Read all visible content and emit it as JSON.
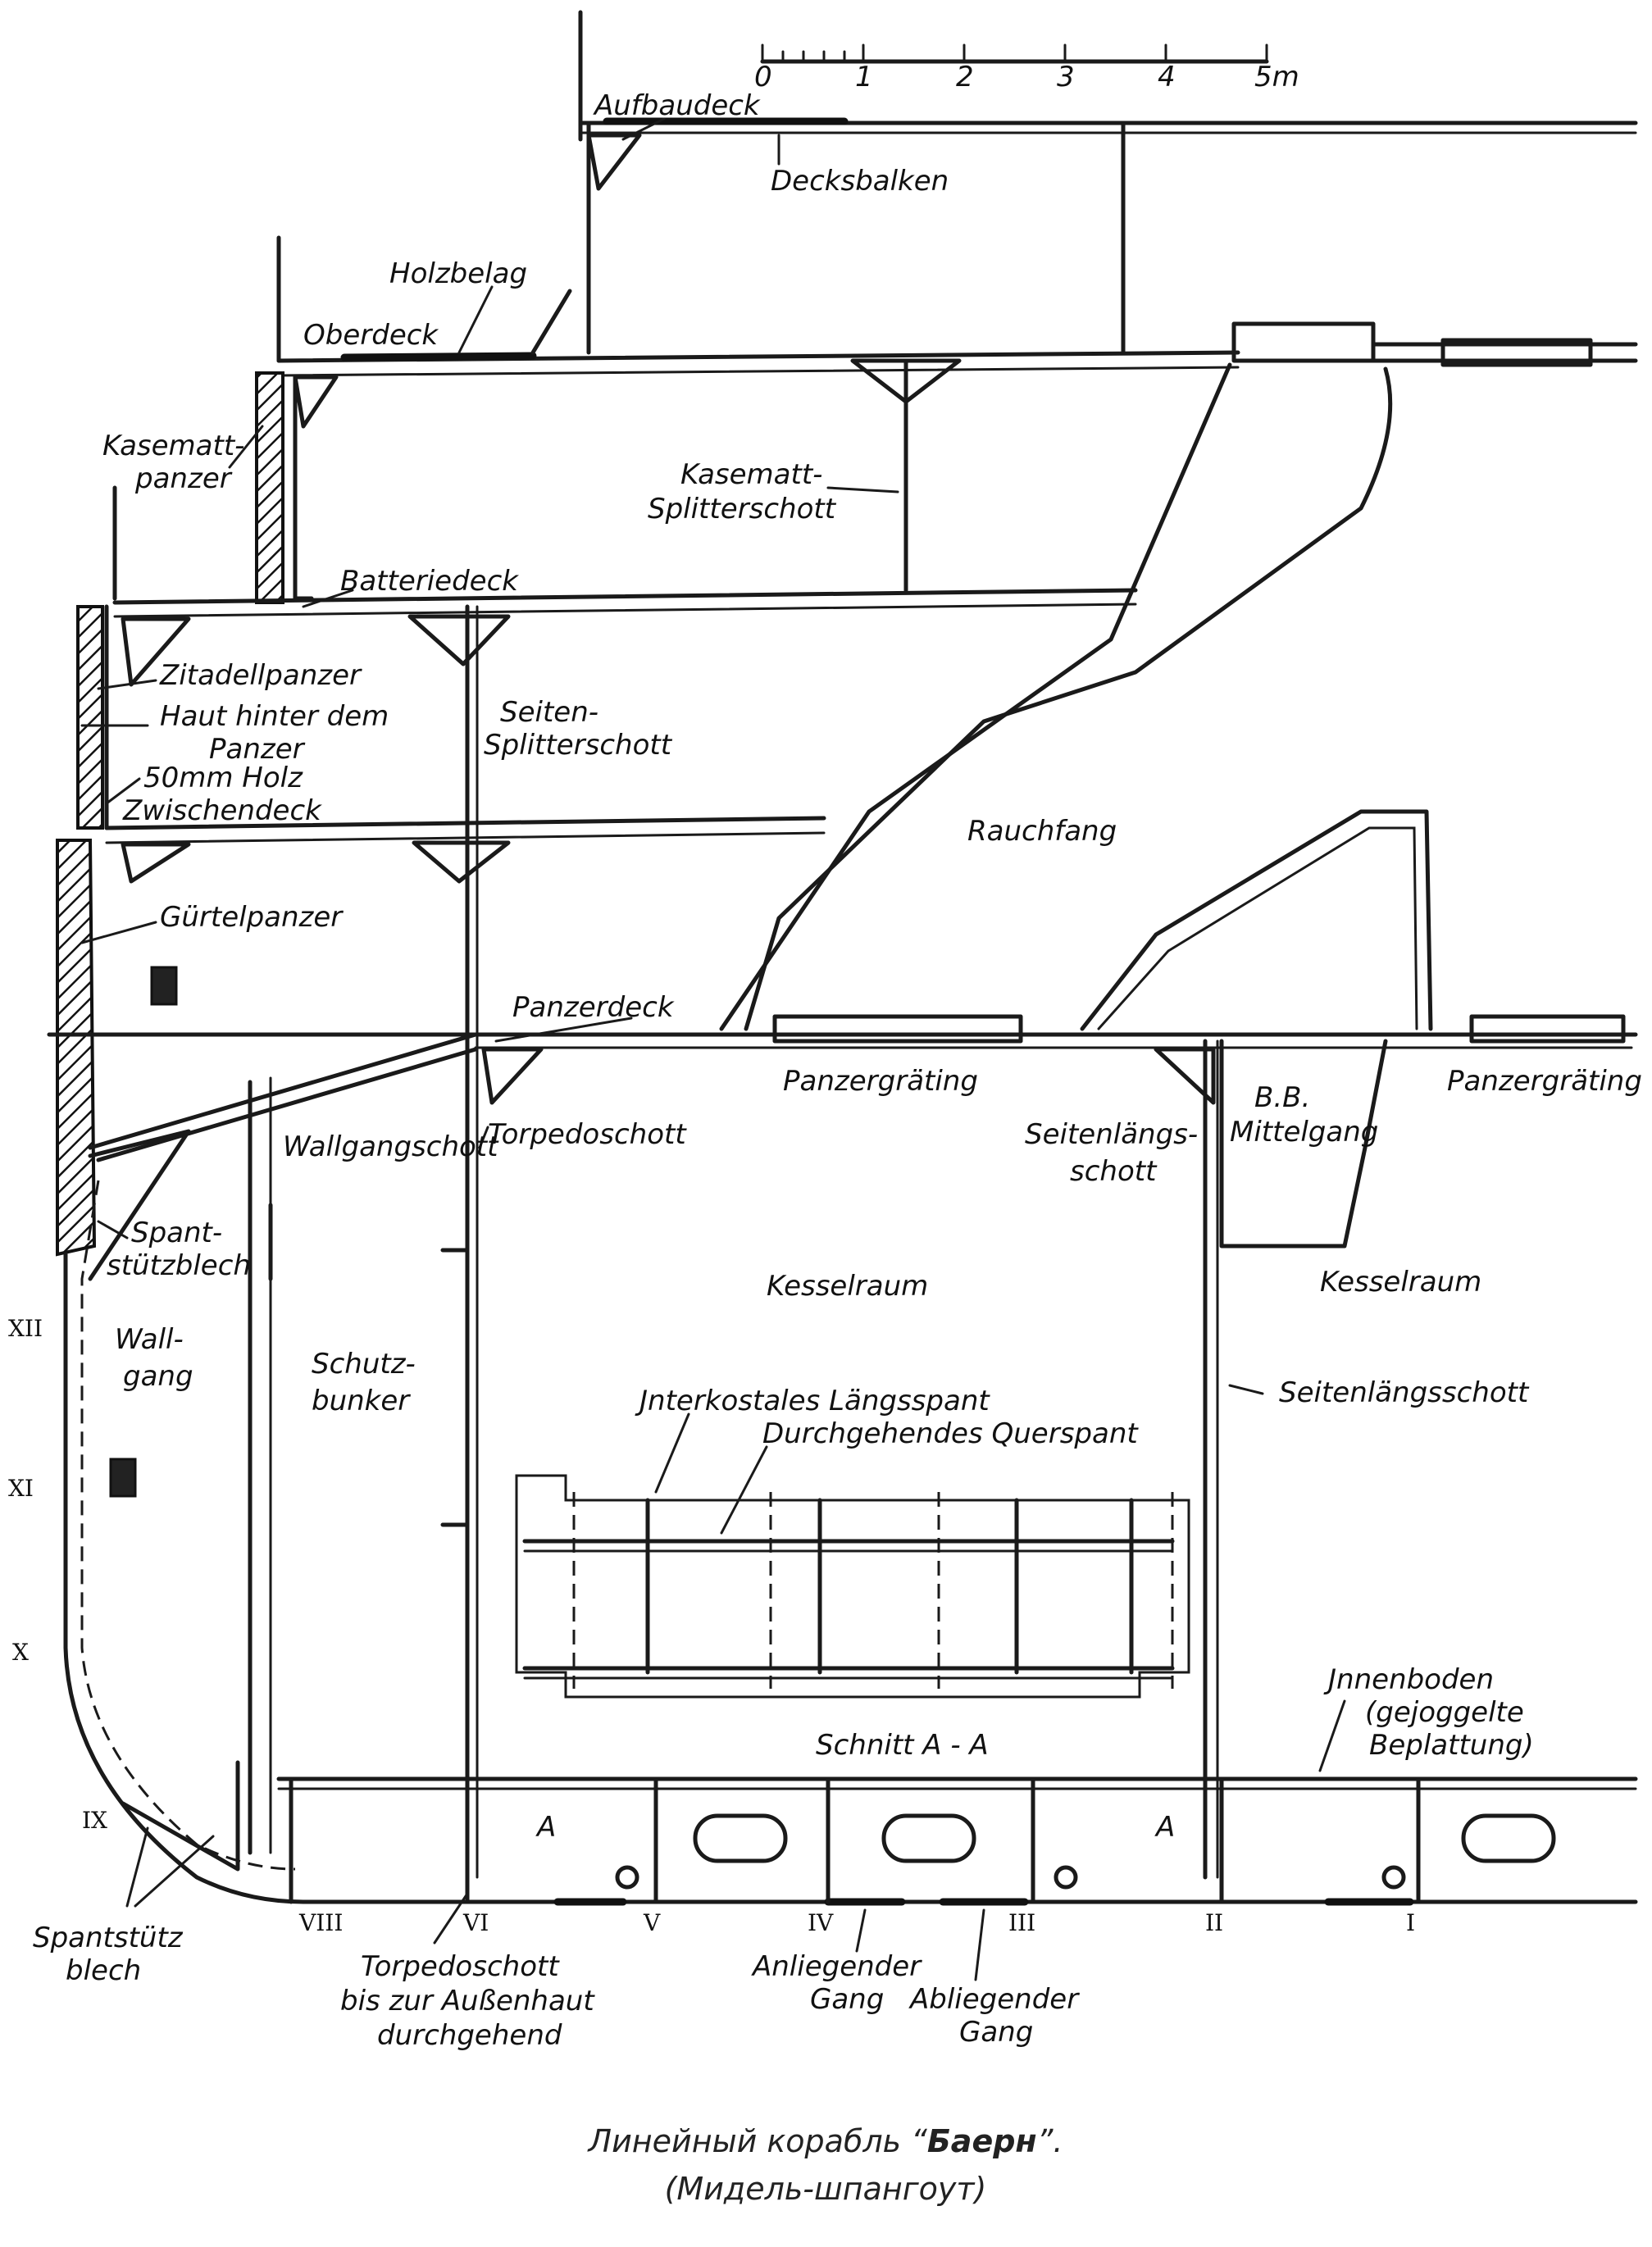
{
  "scale": {
    "ticks": [
      "0",
      "1",
      "2",
      "3",
      "4",
      "5m"
    ]
  },
  "labels": {
    "aufbaudeck": "Aufbaudeck",
    "decksbalken": "Decksbalken",
    "holzbelag": "Holzbelag",
    "oberdeck": "Oberdeck",
    "kasemattpanzer_1": "Kasematt-",
    "kasemattpanzer_2": "panzer",
    "kasematt_splitterschott_1": "Kasematt-",
    "kasematt_splitterschott_2": "Splitterschott",
    "batteriedeck": "Batteriedeck",
    "zitadellpanzer": "Zitadellpanzer",
    "haut_1": "Haut hinter dem",
    "haut_2": "Panzer",
    "holz": "50mm Holz",
    "zwischendeck": "Zwischendeck",
    "seiten_splitterschott_1": "Seiten-",
    "seiten_splitterschott_2": "Splitterschott",
    "rauchfang": "Rauchfang",
    "guertelpanzer": "Gürtelpanzer",
    "panzerdeck": "Panzerdeck",
    "panzergraeting_1": "Panzergräting",
    "panzergraeting_2": "Panzergräting",
    "wallgangschott": "Wallgangschott",
    "torpedoschott": "Torpedoschott",
    "seitenlaengsschott_1": "Seitenlängs-",
    "seitenlaengsschott_2": "schott",
    "bb_1": "B.B.",
    "bb_2": "Mittelgang",
    "spantstuetzblech_1": "Spant-",
    "spantstuetzblech_2": "stützblech",
    "kesselraum_1": "Kesselraum",
    "kesselraum_2": "Kesselraum",
    "wallgang_1": "Wall-",
    "wallgang_2": "gang",
    "schutzbunker_1": "Schutz-",
    "schutzbunker_2": "bunker",
    "seitenlaengsschott_full": "Seitenlängsschott",
    "interkostales": "Jnterkostales Längsspant",
    "durchgehendes": "Durchgehendes Querspant",
    "innenboden_1": "Jnnenboden",
    "innenboden_2": "(gejoggelte",
    "innenboden_3": "Beplattung)",
    "schnitt": "Schnitt A - A",
    "section_a_left": "A",
    "section_a_right": "A",
    "spantstuetz_bottom_1": "Spantstütz",
    "spantstuetz_bottom_2": "blech",
    "torpedo_bottom_1": "Torpedoschott",
    "torpedo_bottom_2": "bis zur Außenhaut",
    "torpedo_bottom_3": "durchgehend",
    "anliegender_1": "Anliegender",
    "anliegender_2": "Gang",
    "abliegender_1": "Abliegender",
    "abliegender_2": "Gang"
  },
  "strakes_side": [
    "XII",
    "XI",
    "X",
    "IX"
  ],
  "strakes_bottom": [
    "VIII",
    "VI",
    "V",
    "IV",
    "III",
    "II",
    "I"
  ],
  "caption": {
    "line1_prefix": "Линейный корабль “",
    "line1_ship": "Баерн",
    "line1_suffix": "”.",
    "line2": "(Мидель-шпангоут)"
  }
}
